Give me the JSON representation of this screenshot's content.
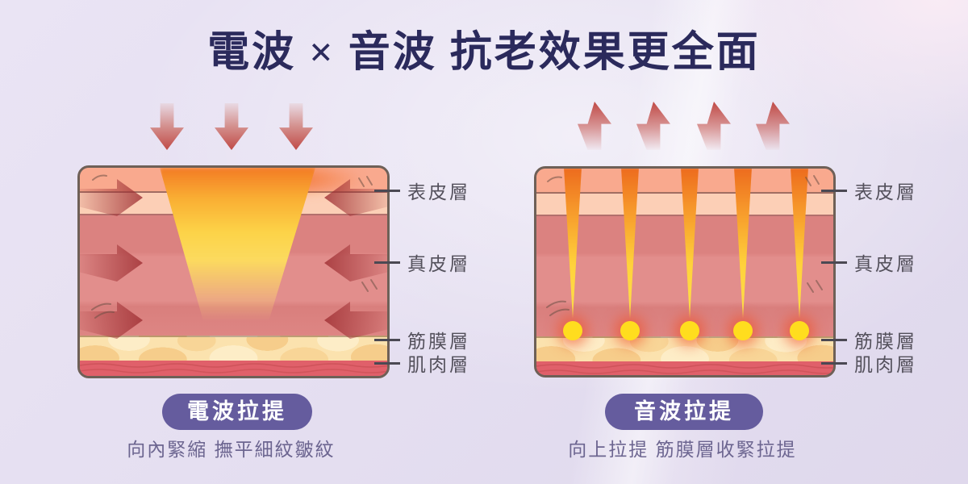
{
  "title": "電波 × 音波  抗老效果更全面",
  "layer_labels": [
    "表皮層",
    "真皮層",
    "筋膜層",
    "肌肉層"
  ],
  "panels": {
    "left": {
      "badge": "電波拉提",
      "caption": "向內緊縮 撫平細紋皺紋"
    },
    "right": {
      "badge": "音波拉提",
      "caption": "向上拉提 筋膜層收緊拉提"
    }
  },
  "colors": {
    "title_text": "#2B2A5C",
    "background_lavender": "#E5DFF1",
    "badge_purple": "#655C9E",
    "caption_text": "#6C6590",
    "label_text": "#54515C",
    "epidermis_top": "#F9A98E",
    "epidermis_light": "#FCCFB6",
    "dermis_pink": "#DF8886",
    "fascia_yellow": "#FBE2AE",
    "muscle_red": "#E0606A",
    "heat_orange": "#F37B24",
    "heat_yellow": "#FCD348",
    "arrow_red": "#C04A46",
    "dot_yellow": "#FFDD1E",
    "outline_brown": "#6E6057"
  }
}
